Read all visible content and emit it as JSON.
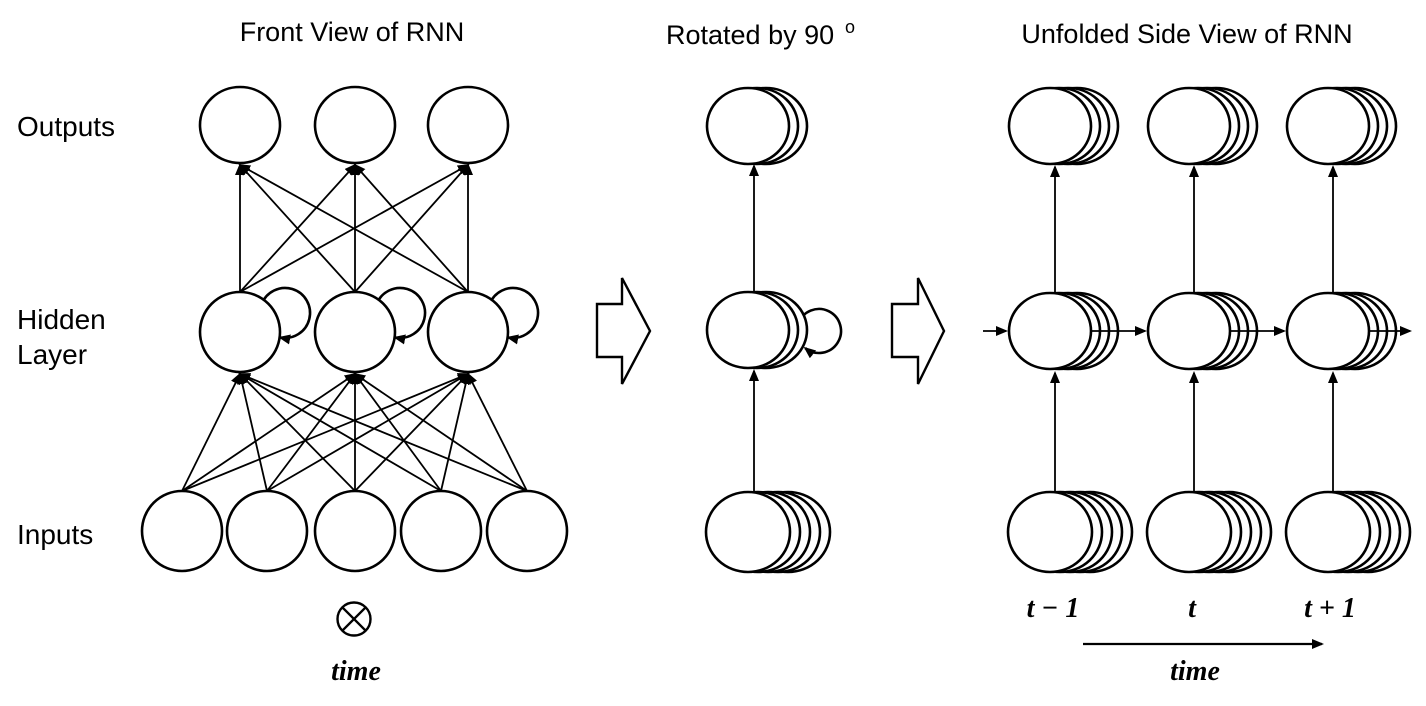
{
  "colors": {
    "ink": "#000000",
    "background": "#ffffff"
  },
  "panels": {
    "front": {
      "title": "Front View of RNN",
      "outputs_label": "Outputs",
      "hidden_label_line1": "Hidden",
      "hidden_label_line2": "Layer",
      "inputs_label": "Inputs",
      "time_axis_label": "time",
      "output_node_count": 3,
      "hidden_node_count": 3,
      "input_node_count": 5
    },
    "rotated": {
      "title_text": "Rotated by 90",
      "title_superscript": "o"
    },
    "unfolded": {
      "title": "Unfolded Side View of RNN",
      "timestep_labels": [
        "t − 1",
        "t",
        "t + 1"
      ],
      "time_axis_label": "time"
    }
  }
}
